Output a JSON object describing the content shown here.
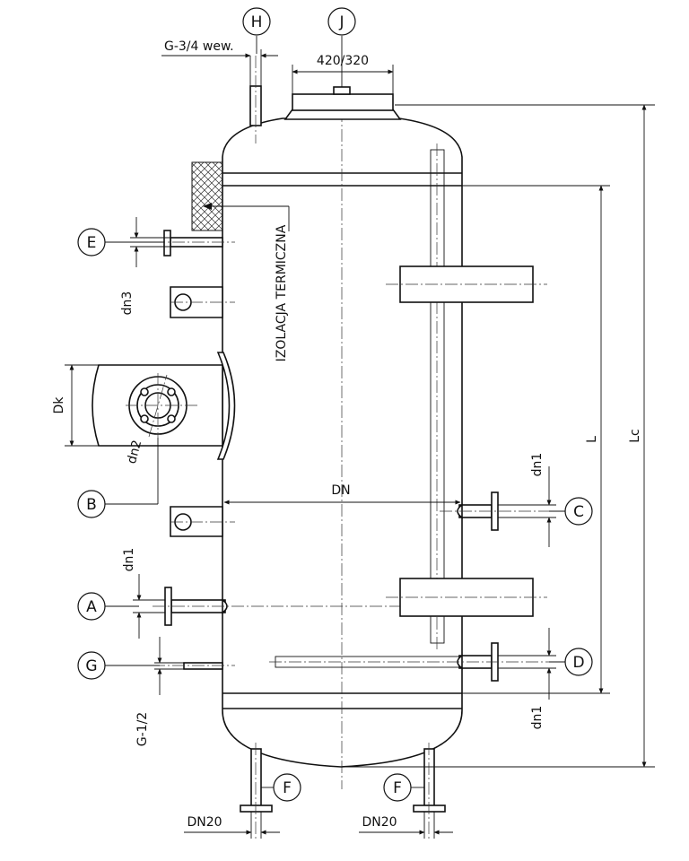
{
  "callouts": {
    "H": "H",
    "J": "J",
    "E": "E",
    "B": "B",
    "C": "C",
    "A": "A",
    "G": "G",
    "D": "D",
    "F1": "F",
    "F2": "F"
  },
  "dimensions": {
    "g34": "G-3/4 wew.",
    "lid": "420/320",
    "dn3": "dn3",
    "dk": "Dk",
    "dn2": "dn2",
    "dn": "DN",
    "dn1_c": "dn1",
    "dn1_a": "dn1",
    "dn1_d": "dn1",
    "g12": "G-1/2",
    "l": "L",
    "lc": "Lc",
    "dn20_left": "DN20",
    "dn20_right": "DN20"
  },
  "insulation_label": "IZOLACJA TERMICZNA"
}
